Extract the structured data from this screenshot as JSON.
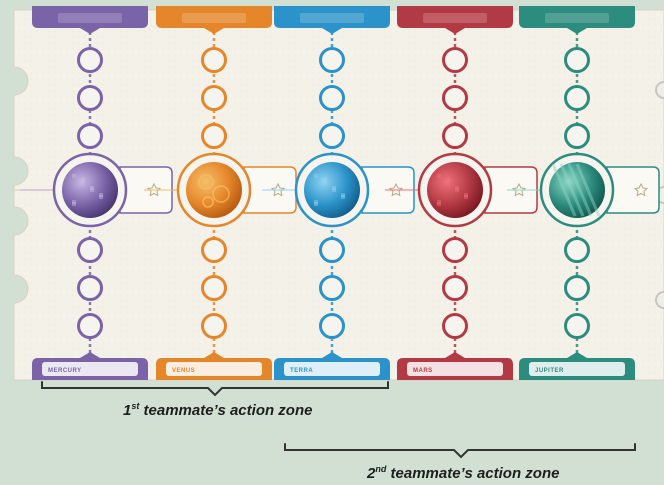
{
  "board": {
    "background": "#f4f1e8",
    "planets": [
      {
        "key": "mercury",
        "label": "MERCURY",
        "color": "#7b63a8",
        "light": "#c7b8e2",
        "dark": "#4a3870"
      },
      {
        "key": "venus",
        "label": "VENUS",
        "color": "#e5862a",
        "light": "#f6c06a",
        "dark": "#b85c10"
      },
      {
        "key": "terra",
        "label": "TERRA",
        "color": "#2b93c9",
        "light": "#8fd3f2",
        "dark": "#135f8f"
      },
      {
        "key": "mars",
        "label": "MARS",
        "color": "#b23a44",
        "light": "#f0707a",
        "dark": "#7c1822"
      },
      {
        "key": "jupiter",
        "label": "JUPITER",
        "color": "#2c8c7e",
        "light": "#8ed8c6",
        "dark": "#135a4f"
      }
    ]
  },
  "zones": [
    {
      "ordinal": "1",
      "suffix": "st",
      "text": " teammate’s action zone"
    },
    {
      "ordinal": "2",
      "suffix": "nd",
      "text": " teammate’s action zone"
    }
  ]
}
